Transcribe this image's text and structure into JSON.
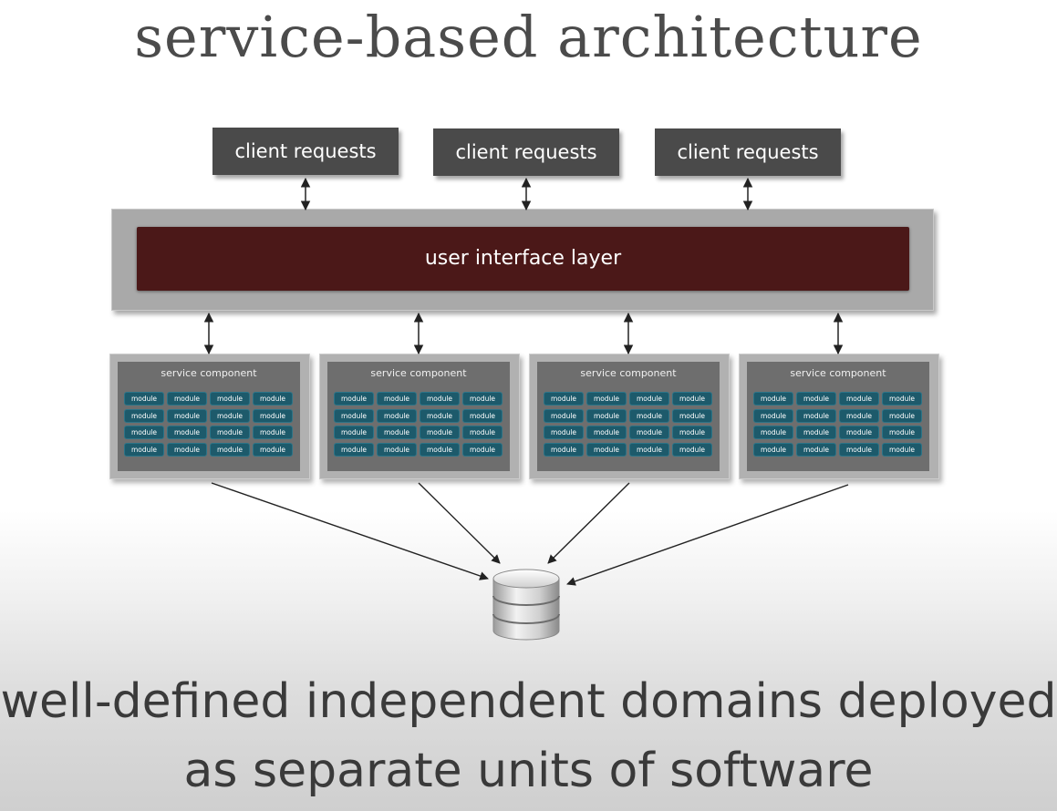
{
  "title": "service-based architecture",
  "client_requests": [
    "client requests",
    "client requests",
    "client requests"
  ],
  "ui_layer": "user interface layer",
  "services": [
    {
      "label": "service component",
      "modules": [
        "module",
        "module",
        "module",
        "module",
        "module",
        "module",
        "module",
        "module",
        "module",
        "module",
        "module",
        "module",
        "module",
        "module",
        "module",
        "module"
      ]
    },
    {
      "label": "service component",
      "modules": [
        "module",
        "module",
        "module",
        "module",
        "module",
        "module",
        "module",
        "module",
        "module",
        "module",
        "module",
        "module",
        "module",
        "module",
        "module",
        "module"
      ]
    },
    {
      "label": "service component",
      "modules": [
        "module",
        "module",
        "module",
        "module",
        "module",
        "module",
        "module",
        "module",
        "module",
        "module",
        "module",
        "module",
        "module",
        "module",
        "module",
        "module"
      ]
    },
    {
      "label": "service component",
      "modules": [
        "module",
        "module",
        "module",
        "module",
        "module",
        "module",
        "module",
        "module",
        "module",
        "module",
        "module",
        "module",
        "module",
        "module",
        "module",
        "module"
      ]
    }
  ],
  "database_icon": "database-icon",
  "subtitle": {
    "line1": "well-defined independent domains deployed",
    "line2": "as separate units of software"
  },
  "colors": {
    "client_box": "#4a4a4a",
    "ui_layer": "#4b1818",
    "module": "#1d5a6b",
    "service_inner": "#6e6e6e"
  }
}
